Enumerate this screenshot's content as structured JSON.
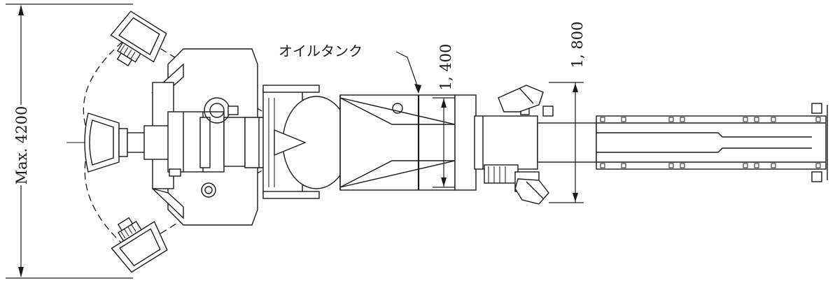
{
  "annotations": {
    "max_width": "Max. 4200",
    "oil_tank": "オイルタンク",
    "width_1400": "1, 400",
    "width_1800": "1, 800"
  }
}
